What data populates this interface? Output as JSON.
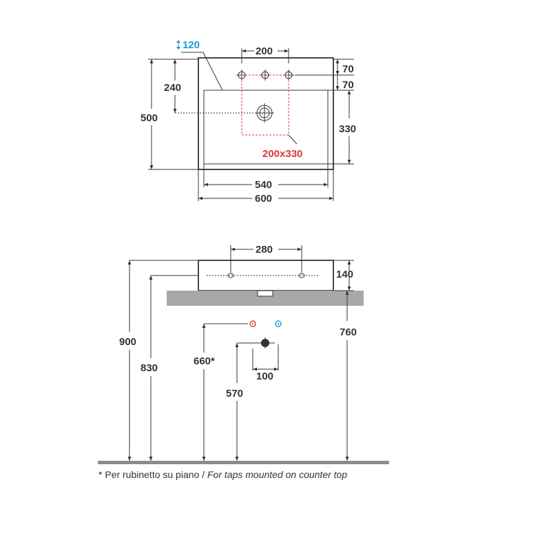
{
  "top_view": {
    "depth": "120",
    "tap_spacing": "200",
    "tap_to_edge": "70",
    "edge_to_basin": "70",
    "drain_offset": "240",
    "overall_depth": "500",
    "basin_depth": "330",
    "cutout": "200x330",
    "basin_width": "540",
    "overall_width": "600"
  },
  "side_view": {
    "hole_spacing": "280",
    "basin_height": "140",
    "height_to_top": "900",
    "height_to_counter": "830",
    "tap_supply_height": "660*",
    "drain_outlet_height": "570",
    "counter_height": "760",
    "supply_spacing": "100"
  },
  "footnote": {
    "it": "* Per rubinetto su piano / ",
    "en": "For taps mounted on counter top"
  },
  "colors": {
    "line": "#333333",
    "accent_blue": "#1a9ad6",
    "accent_red": "#d9393e",
    "counter_gray": "#a8a8a8",
    "floor_gray": "#8c8c8c"
  }
}
